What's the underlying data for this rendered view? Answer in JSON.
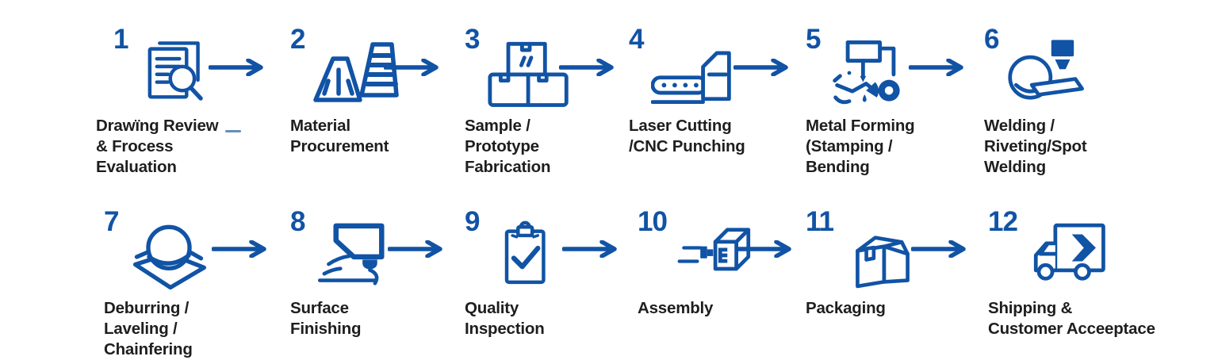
{
  "colors": {
    "accent": "#1153a5",
    "text": "#1e1e1e",
    "underline": "#4d79ad"
  },
  "diagram": {
    "type": "process-flow",
    "rows": 2,
    "steps_per_row": 6,
    "connector": "right-arrow"
  },
  "steps": [
    {
      "number": "1",
      "label": "Drawïng Review\n& Frocess\nEvaluation",
      "icon": "document-search-icon"
    },
    {
      "number": "2",
      "label": "Material\nProcurement",
      "icon": "material-trapezoids-icon"
    },
    {
      "number": "3",
      "label": "Sample /\nPrototype\nFabrication",
      "icon": "stacked-boxes-icon"
    },
    {
      "number": "4",
      "label": "Laser Cutting\n/CNC Punching",
      "icon": "punching-machine-icon"
    },
    {
      "number": "5",
      "label": "Metal Forming\n(Stamping /\nBending",
      "icon": "stamping-press-icon"
    },
    {
      "number": "6",
      "label": "Welding /\nRiveting/Spot\nWelding",
      "icon": "welding-torch-icon"
    },
    {
      "number": "7",
      "label": "Deburring /\nLaveling /\nChainfering",
      "icon": "deburring-wheel-icon"
    },
    {
      "number": "8",
      "label": "Surface\nFinishing",
      "icon": "spray-finishing-icon"
    },
    {
      "number": "9",
      "label": "Quality\nInspection",
      "icon": "inspection-clipboard-icon"
    },
    {
      "number": "10",
      "label": "Assembly",
      "icon": "assembly-cube-icon"
    },
    {
      "number": "11",
      "label": "Packaging",
      "icon": "packaging-box-icon"
    },
    {
      "number": "12",
      "label": "Shipping &\nCustomer Acceeptace",
      "icon": "delivery-truck-icon"
    }
  ]
}
